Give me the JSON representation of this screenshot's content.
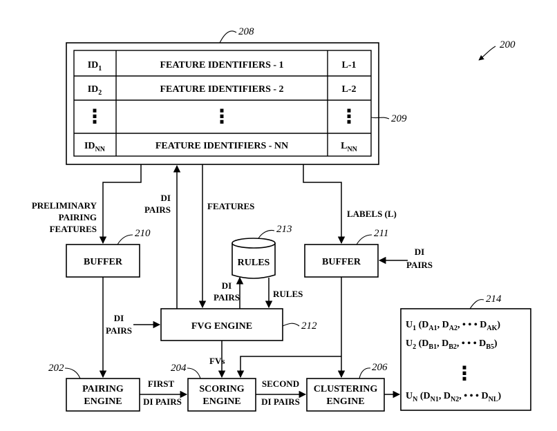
{
  "figure_ref": "200",
  "table": {
    "ref": "208",
    "rows_ref": "209",
    "rows": [
      {
        "id": "ID",
        "id_sub": "1",
        "features": "FEATURE IDENTIFIERS - 1",
        "label": "L-1",
        "label_sub": ""
      },
      {
        "id": "ID",
        "id_sub": "2",
        "features": "FEATURE IDENTIFIERS - 2",
        "label": "L-2",
        "label_sub": ""
      },
      {
        "id": "⋮",
        "id_sub": "",
        "features": "⋮",
        "label": "⋮",
        "label_sub": ""
      },
      {
        "id": "ID",
        "id_sub": "NN",
        "features": "FEATURE IDENTIFIERS - NN",
        "label": "L",
        "label_sub": "NN"
      }
    ]
  },
  "blocks": {
    "buffer_left": {
      "label": "BUFFER",
      "ref": "210"
    },
    "buffer_right": {
      "label": "BUFFER",
      "ref": "211"
    },
    "rules": {
      "label": "RULES",
      "ref": "213"
    },
    "fvg_engine": {
      "label": "FVG ENGINE",
      "ref": "212"
    },
    "pairing_engine": {
      "label_line1": "PAIRING",
      "label_line2": "ENGINE",
      "ref": "202"
    },
    "scoring_engine": {
      "label_line1": "SCORING",
      "label_line2": "ENGINE",
      "ref": "204"
    },
    "clustering_engine": {
      "label_line1": "CLUSTERING",
      "label_line2": "ENGINE",
      "ref": "206"
    },
    "clusters": {
      "ref": "214",
      "rows": [
        {
          "u": "U",
          "u_sub": "1",
          "d1": "D",
          "d1_sub": "A1",
          "d2": "D",
          "d2_sub": "A2",
          "dots": "• • •",
          "d3": "D",
          "d3_sub": "AK"
        },
        {
          "u": "U",
          "u_sub": "2",
          "d1": "D",
          "d1_sub": "B1",
          "d2": "D",
          "d2_sub": "B2",
          "dots": "• • •",
          "d3": "D",
          "d3_sub": "B5"
        },
        {
          "u": "U",
          "u_sub": "N",
          "d1": "D",
          "d1_sub": "N1",
          "d2": "D",
          "d2_sub": "N2",
          "dots": "• • •",
          "d3": "D",
          "d3_sub": "NL"
        }
      ],
      "vdots": "⋮"
    }
  },
  "edge_labels": {
    "preliminary_line1": "PRELIMINARY",
    "preliminary_line2": "PAIRING",
    "preliminary_line3": "FEATURES",
    "di": "DI",
    "pairs": "PAIRS",
    "features": "FEATURES",
    "labels": "LABELS (L)",
    "rules": "RULES",
    "fvs": "FVs",
    "first": "FIRST",
    "second": "SECOND",
    "di_pairs": "DI PAIRS"
  }
}
